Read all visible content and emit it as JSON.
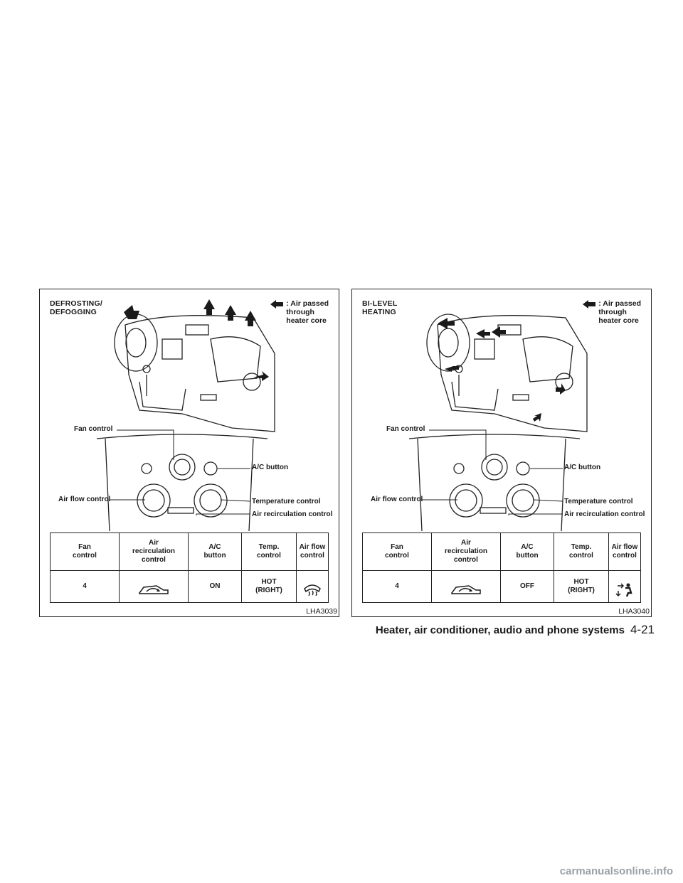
{
  "panels": [
    {
      "heading": "DEFROSTING/\nDEFOGGING",
      "legend": ": Air passed\n   through\n   heater core",
      "callouts": {
        "fan": "Fan control",
        "ac": "A/C button",
        "airflow": "Air flow control",
        "temp": "Temperature control",
        "recirc": "Air recirculation control"
      },
      "table": {
        "headers": [
          "Fan\ncontrol",
          "Air\nrecirculation\ncontrol",
          "A/C\nbutton",
          "Temp.\ncontrol",
          "Air flow\ncontrol"
        ],
        "row": {
          "fan": "4",
          "recirc_icon": "recirculation-icon",
          "ac": "ON",
          "temp": "HOT\n(RIGHT)",
          "airflow_icon": "defrost-icon"
        }
      },
      "code": "LHA3039"
    },
    {
      "heading": "BI-LEVEL\nHEATING",
      "legend": ": Air passed\n   through\n   heater core",
      "callouts": {
        "fan": "Fan control",
        "ac": "A/C button",
        "airflow": "Air flow control",
        "temp": "Temperature control",
        "recirc": "Air recirculation control"
      },
      "table": {
        "headers": [
          "Fan\ncontrol",
          "Air\nrecirculation\ncontrol",
          "A/C\nbutton",
          "Temp.\ncontrol",
          "Air flow\ncontrol"
        ],
        "row": {
          "fan": "4",
          "recirc_icon": "recirculation-icon",
          "ac": "OFF",
          "temp": "HOT\n(RIGHT)",
          "airflow_icon": "bi-level-icon"
        }
      },
      "code": "LHA3040"
    }
  ],
  "footer": {
    "section": "Heater, air conditioner, audio and phone systems",
    "page": "4-21"
  },
  "watermark": "carmanualsonline.info"
}
